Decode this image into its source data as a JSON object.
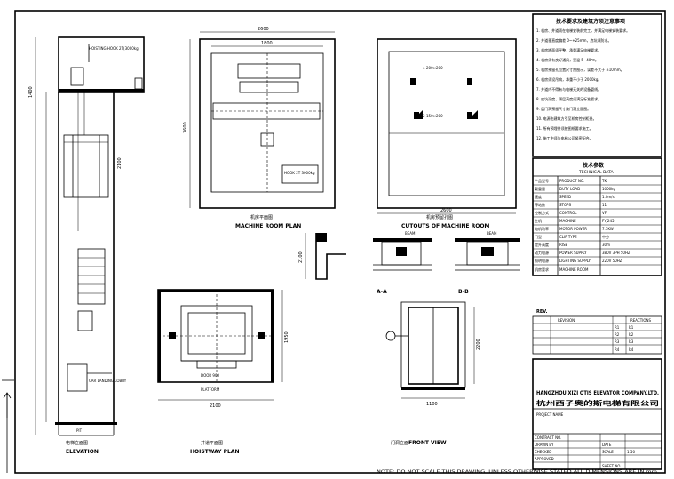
{
  "views": {
    "elevation": {
      "label": "ELEVATION",
      "cn_label": "电梯立面图",
      "hoisting_hook": "HOISTING HOOK 2T(3000kg)",
      "lobby_label": "CAR LANDING LOBBY",
      "pit_label": "PIT",
      "depth_dim": "1400",
      "width_dim": "2100"
    },
    "machine_room_plan": {
      "label": "MACHINE ROOM PLAN",
      "cn_label": "机房平面图",
      "top_dim": "2600",
      "sub_dim": "1800",
      "left_dim": "3600",
      "hook_note": "HOOK 2T 3000kg"
    },
    "cutouts": {
      "label": "CUTOUTS OF MACHINE ROOM",
      "cn_label": "机房预留孔图",
      "dim_a": "4-200×200",
      "dim_b": "2-150×200",
      "bottom_dim": "2600"
    },
    "sections": {
      "aa_label": "A-A",
      "bb_label": "B-B",
      "left_dim": "2100",
      "beam_note": "BEAM"
    },
    "hoistway_plan": {
      "label": "HOISTWAY PLAN",
      "cn_label": "井道平面图",
      "door_dim": "DOOR 900",
      "width_dim": "2100",
      "depth_dim": "1950",
      "platform": "PLATFORM"
    },
    "front_view": {
      "label": "FRONT VIEW",
      "cn_label": "门洞立面",
      "opening_w": "1100",
      "opening_h": "2200"
    }
  },
  "notes": {
    "title": "技术要求及建筑方须注意事项",
    "lines": [
      "1. 机房、井道须在电梯安装前完工，并满足电梯安装要求。",
      "2. 井道垂直度偏差 0~+25mm，底坑须防水。",
      "3. 机房地面须平整，承重满足电梯要求。",
      "4. 机房须有良好通风，室温 5~40℃。",
      "5. 机房预留孔位置尺寸按图示，误差不大于 ±10mm。",
      "6. 机房须设吊钩，承重不小于 2000kg。",
      "7. 井道内不得有与电梯无关的设备管线。",
      "8. 底坑深度、顶层高度须满足标准要求。",
      "9. 层门洞预留尺寸按门洞立面图。",
      "10. 电源由建筑方引至机房控制柜处。",
      "11. 所有预埋件须按图纸要求施工。",
      "12. 施工中须与电梯公司紧密配合。"
    ]
  },
  "technical_data": {
    "title": "技术参数",
    "subtitle": "TECHNICAL DATA",
    "rows": [
      [
        "产品型号",
        "PRODUCT NO.",
        "TKJ"
      ],
      [
        "载重量",
        "DUTY LOAD",
        "1000kg"
      ],
      [
        "速度",
        "SPEED",
        "1.0m/s"
      ],
      [
        "停站数",
        "STOPS",
        "11"
      ],
      [
        "控制方式",
        "CONTROL",
        "VF"
      ],
      [
        "主机",
        "MACHINE",
        "FYJ245"
      ],
      [
        "电机功率",
        "MOTOR POWER",
        "7.5KW"
      ],
      [
        "门型",
        "CLIP TYPE",
        "中分"
      ],
      [
        "提升高度",
        "RISE",
        "30m"
      ],
      [
        "动力电源",
        "POWER SUPPLY",
        "380V 3PH 50HZ"
      ],
      [
        "照明电源",
        "LIGHTING SUPPLY",
        "220V 50HZ"
      ],
      [
        "机房要求",
        "MACHINE ROOM",
        ""
      ]
    ]
  },
  "revision": {
    "label": "REV.",
    "headers": [
      "REVISION",
      "REACTIONS"
    ],
    "rows": [
      [
        "R1",
        "",
        "",
        "R1"
      ],
      [
        "R2",
        "",
        "",
        "R2"
      ],
      [
        "R3",
        "",
        "",
        "R3"
      ],
      [
        "R4",
        "",
        "",
        "R4"
      ]
    ]
  },
  "title_block": {
    "company_en": "HANGZHOU XIZI OTIS ELEVATOR COMPANY,LTD.",
    "company_cn": "杭州西子奥的斯电梯有限公司",
    "project_label": "PROJECT NAME",
    "contract_label": "CONTRACT NO.",
    "drawn_label": "DRAWN BY",
    "checked_label": "CHECKED",
    "approved_label": "APPROVED",
    "date_label": "DATE",
    "scale_label": "SCALE",
    "scale_value": "1:50",
    "sheet_label": "SHEET NO."
  },
  "footer_note": "NOTE: DO NOT SCALE THIS DRAWING. UNLESS OTHERWISE STATED ALL DIMENSIONS ARE IN mm.",
  "colors": {
    "line": "#000000",
    "paper": "#ffffff"
  }
}
